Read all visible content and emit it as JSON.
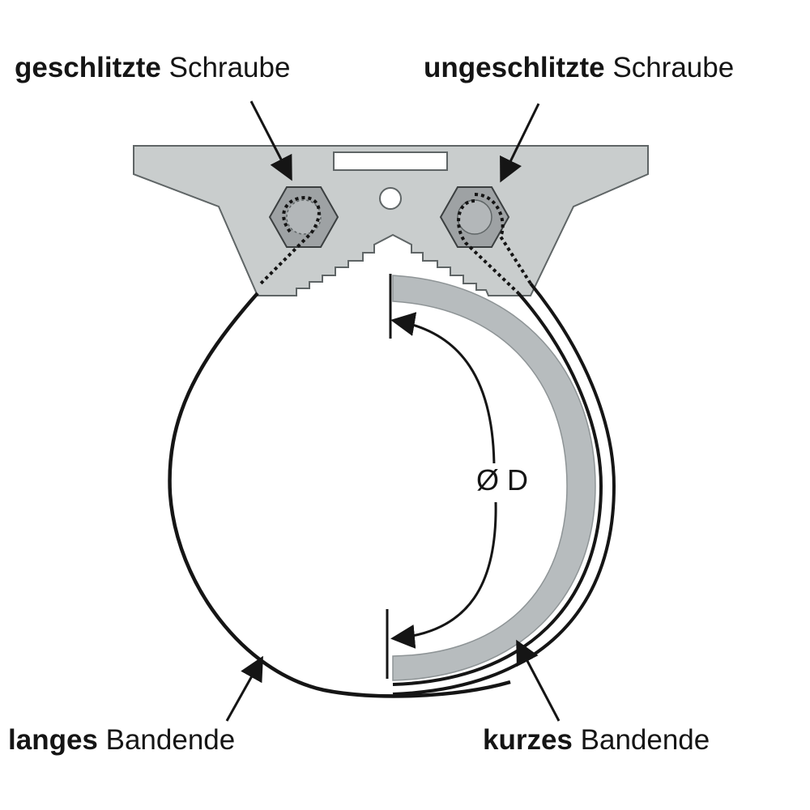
{
  "labels": {
    "top_left": {
      "bold": "geschlitzte",
      "rest": " Schraube"
    },
    "top_right": {
      "bold": "ungeschlitzte",
      "rest": " Schraube"
    },
    "bottom_left": {
      "bold": "langes",
      "rest": " Bandende"
    },
    "bottom_right": {
      "bold": "kurzes",
      "rest": " Bandende"
    }
  },
  "dimension_label": "Ø D",
  "colors": {
    "bracket_fill": "#c9cdcd",
    "bracket_stroke": "#5f6566",
    "nut_fill": "#9ea2a4",
    "band_gray": "#b7bcbe",
    "line": "#151515",
    "background": "#ffffff"
  }
}
